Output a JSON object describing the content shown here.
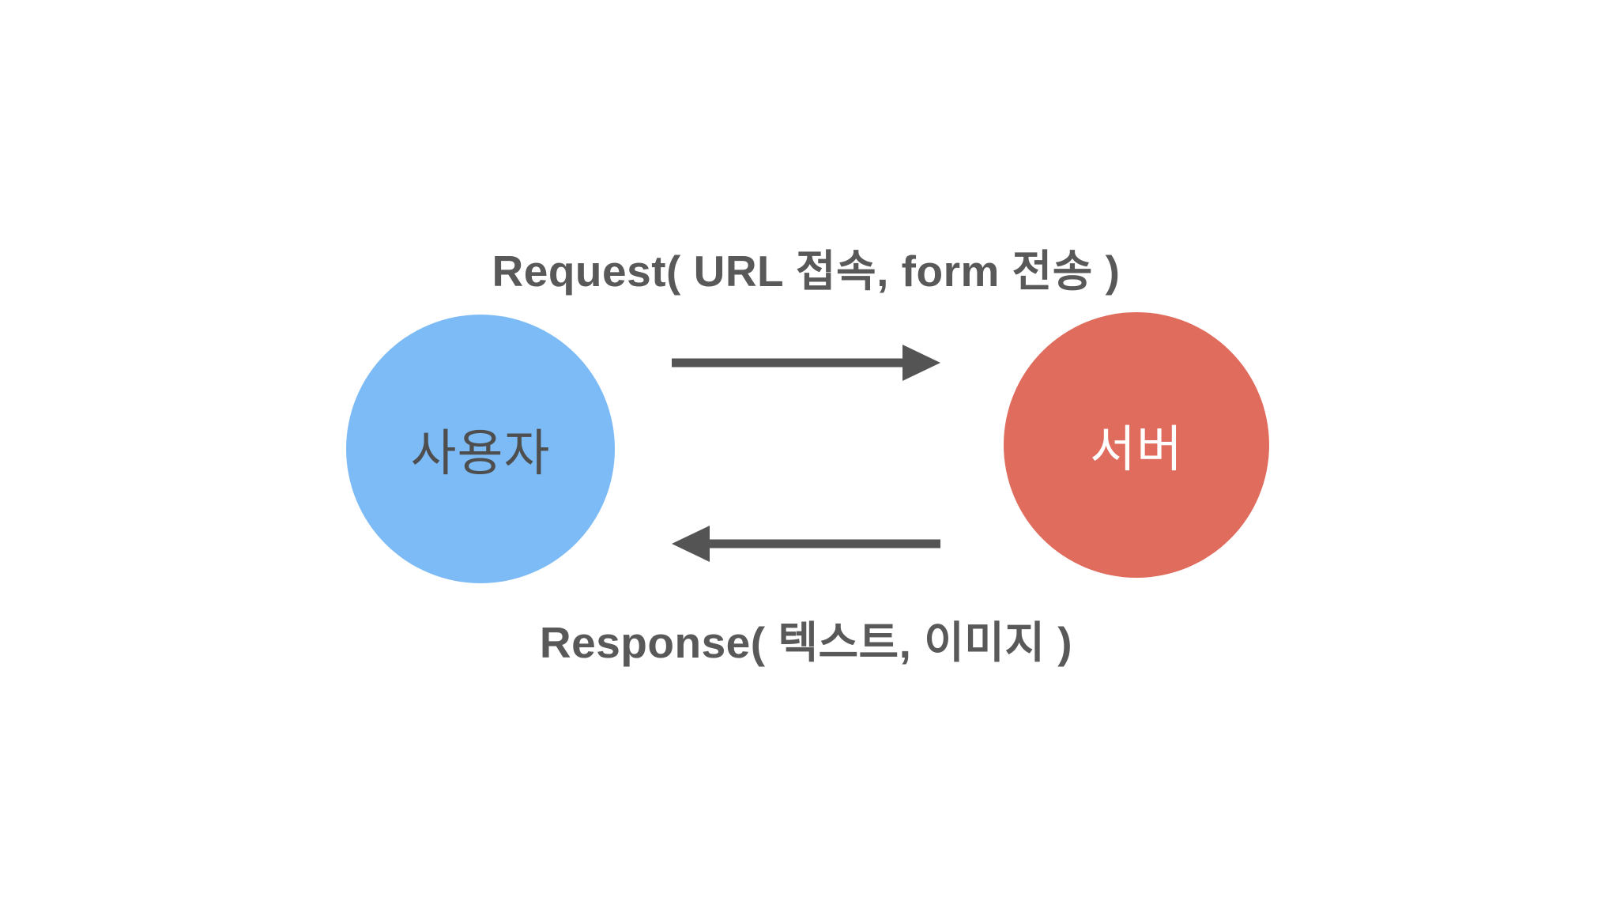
{
  "diagram": {
    "request_label": "Request( URL 접속, form 전송 )",
    "response_label": "Response( 텍스트, 이미지 )",
    "nodes": [
      {
        "id": "user",
        "label": "사용자",
        "fill": "#7CBBF5",
        "text_color": "#4E4E4E"
      },
      {
        "id": "server",
        "label": "서버",
        "fill": "#E06C5E",
        "text_color": "#FFFFFF"
      }
    ],
    "arrows": [
      {
        "id": "request",
        "direction": "right",
        "from": "user",
        "to": "server"
      },
      {
        "id": "response",
        "direction": "left",
        "from": "server",
        "to": "user"
      }
    ],
    "colors": {
      "arrow": "#545454",
      "label_text": "#595959",
      "background": "#FFFFFF"
    }
  }
}
